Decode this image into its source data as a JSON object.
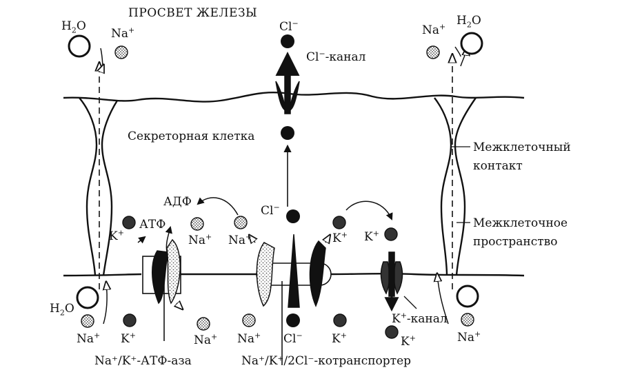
{
  "labels": {
    "title": "ПРОСВЕТ ЖЕЛЕЗЫ",
    "cell": "Секреторная клетка",
    "junction_1": "Межклеточный",
    "junction_2": "контакт",
    "space_1": "Межклеточное",
    "space_2": "пространство",
    "cl_channel": "-канал",
    "k_channel": "-канал",
    "atpase": "Na⁺/K⁺-АТФ-аза",
    "cotransporter": "Na⁺/K⁺/2Cl⁻-котранспортер",
    "adp": "АДФ",
    "atp": "АТФ"
  },
  "ions": {
    "h2o_h": "H",
    "h2o_sub": "2",
    "h2o_o": "O",
    "na": "Na",
    "k": "K",
    "cl": "Cl",
    "plus": "+",
    "minus": "−"
  },
  "colors": {
    "ink": "#111111",
    "background": "#ffffff",
    "stipple": "#8a8a8a"
  }
}
